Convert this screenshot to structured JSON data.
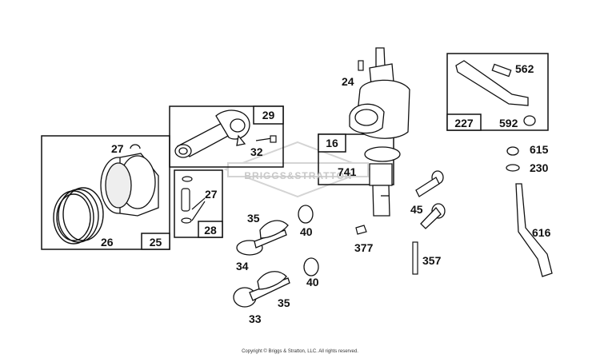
{
  "diagram": {
    "watermark": "BRIGGS&STRATTON",
    "copyright": "Copyright © Briggs & Stratton, LLC. All rights reserved.",
    "box_labels": {
      "piston_box": "25",
      "connecting_rod_box": "29",
      "pin_box": "28",
      "crankshaft_box": "16",
      "governor_box": "227"
    },
    "part_numbers": {
      "crankshaft_key": "24",
      "piston_ring_clip": "27",
      "piston_rings": "26",
      "rod_bolt": "32",
      "pin_clip": "27",
      "crankshaft": "741",
      "spring_upper": "35",
      "retainer_upper": "40",
      "intake_valve": "34",
      "retainer_lower": "40",
      "spring_lower": "35",
      "exhaust_valve": "33",
      "flywheel_key": "377",
      "tappet": "45",
      "pushrod": "357",
      "screw_562": "562",
      "nut_592": "592",
      "washer_615": "615",
      "washer_230": "230",
      "governor_link": "616"
    }
  }
}
